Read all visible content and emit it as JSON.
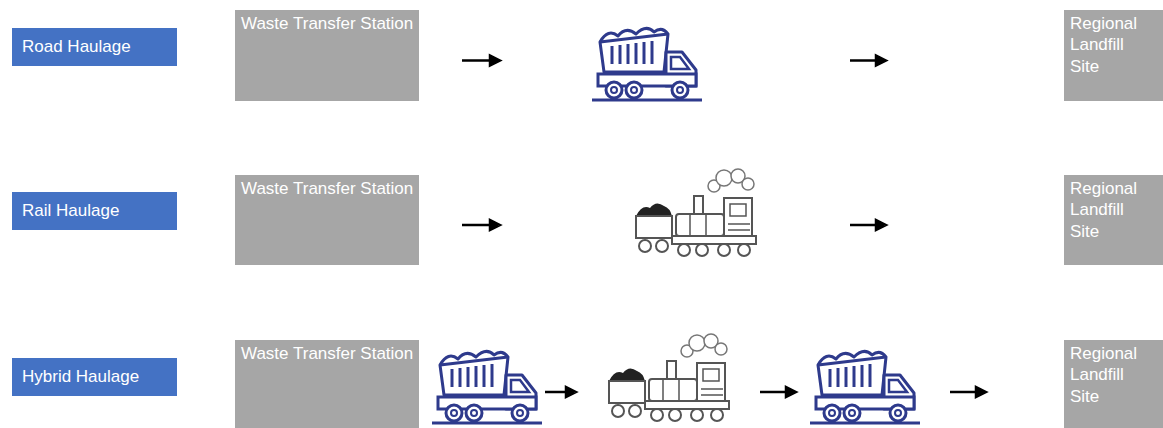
{
  "diagram": {
    "nodes": [
      {
        "text": [
          "Road Haulage"
        ]
      },
      {
        "text": [
          "Waste Transfer Station"
        ]
      },
      {
        "text": [
          "Regional Landfill Site"
        ]
      },
      {
        "text": [
          "Rail Haulage"
        ]
      },
      {
        "text": [
          "Waste Transfer Station"
        ]
      },
      {
        "text": [
          "Regional Landfill Site"
        ]
      },
      {
        "text": [
          "Hybrid Haulage"
        ]
      },
      {
        "text": [
          "Waste Transfer Station"
        ]
      },
      {
        "text": [
          "Regional Landfill Site"
        ]
      }
    ],
    "edges": [
      {
        "from": 1,
        "to": 2,
        "arrow": "to"
      },
      {
        "from": 4,
        "to": 5,
        "arrow": "to"
      },
      {
        "from": 7,
        "to": 8,
        "arrow": "to"
      }
    ]
  }
}
